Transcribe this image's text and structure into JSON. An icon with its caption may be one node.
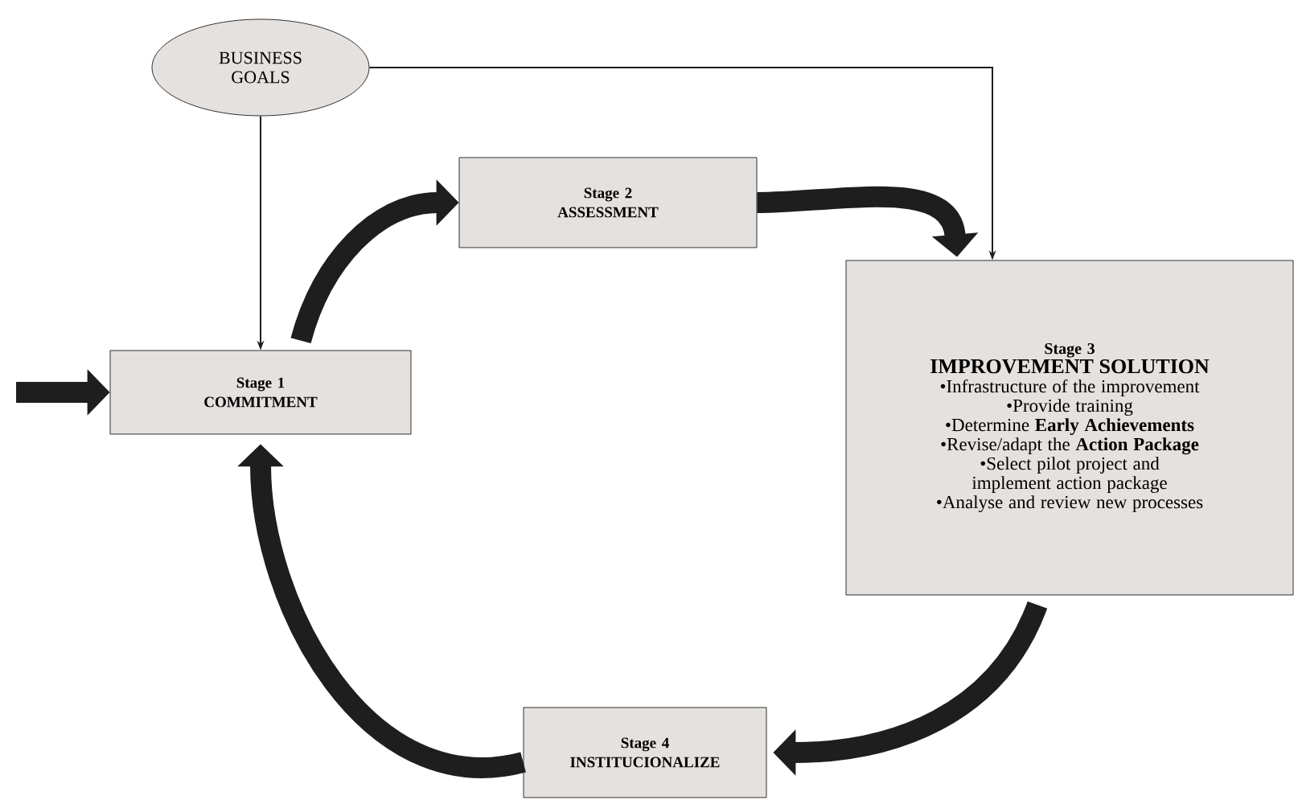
{
  "diagram": {
    "nodes": [
      {
        "text": [
          "BUSINESS GOALS"
        ]
      },
      {
        "text": [
          "Stage 1",
          "COMMITMENT"
        ]
      },
      {
        "text": [
          "Stage 2",
          "ASSESSMENT"
        ]
      },
      {
        "text": [
          "Stage 3",
          "IMPROVEMENT SOLUTION",
          "•Infrastructure of the improvement",
          "•Provide training",
          "•Determine **Early Achievements**",
          "•Revise/adapt the **Action Package**",
          "•Select pilot project and implement action package",
          "•Analyse and review new processes"
        ]
      },
      {
        "text": [
          "Stage 4",
          "INSTITUCIONALIZE"
        ]
      }
    ],
    "edges": [
      {
        "from": null,
        "to": 1,
        "arrow": "to"
      },
      {
        "from": 0,
        "to": 1,
        "arrow": "to"
      },
      {
        "from": 0,
        "to": 3,
        "arrow": "to"
      },
      {
        "from": 1,
        "to": 2,
        "arrow": "to"
      },
      {
        "from": 2,
        "to": 3,
        "arrow": "to"
      },
      {
        "from": 3,
        "to": 4,
        "arrow": "to"
      },
      {
        "from": 4,
        "to": 1,
        "arrow": "to"
      }
    ]
  }
}
